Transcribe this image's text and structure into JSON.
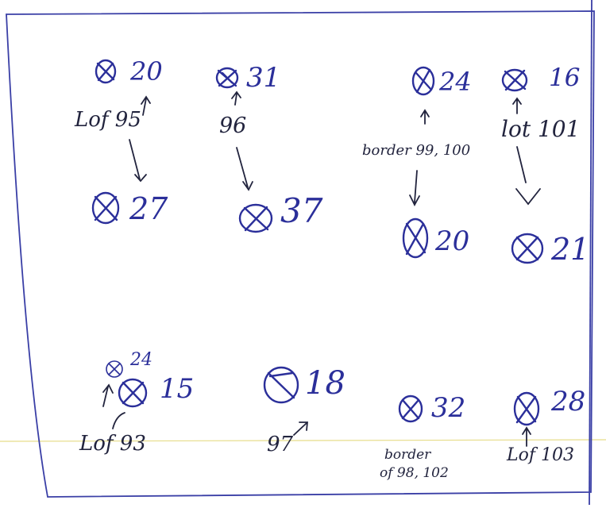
{
  "colors": {
    "ink": "#2b2f9a",
    "pencil": "#22243e",
    "guide": "#e6dc88",
    "paper": "#ffffff"
  },
  "trees": [
    {
      "id": "t1",
      "count": "20"
    },
    {
      "id": "t2",
      "count": "31"
    },
    {
      "id": "t3",
      "count": "24"
    },
    {
      "id": "t4",
      "count": "16"
    },
    {
      "id": "t5",
      "count": "27"
    },
    {
      "id": "t6",
      "count": "37"
    },
    {
      "id": "t7",
      "count": "20"
    },
    {
      "id": "t8",
      "count": "21"
    },
    {
      "id": "t9",
      "count": "24"
    },
    {
      "id": "t10",
      "count": "15"
    },
    {
      "id": "t11",
      "count": "18"
    },
    {
      "id": "t12",
      "count": "32"
    },
    {
      "id": "t13",
      "count": "28"
    }
  ],
  "notes": {
    "lot95": "Lof 95",
    "n96": "96",
    "border99": "border 99, 100",
    "lot101": "lot 101",
    "lot93": "Lof 93",
    "n97": "97",
    "border98_line1": "border",
    "border98_line2": "of 98, 102",
    "lot103": "Lof 103"
  }
}
